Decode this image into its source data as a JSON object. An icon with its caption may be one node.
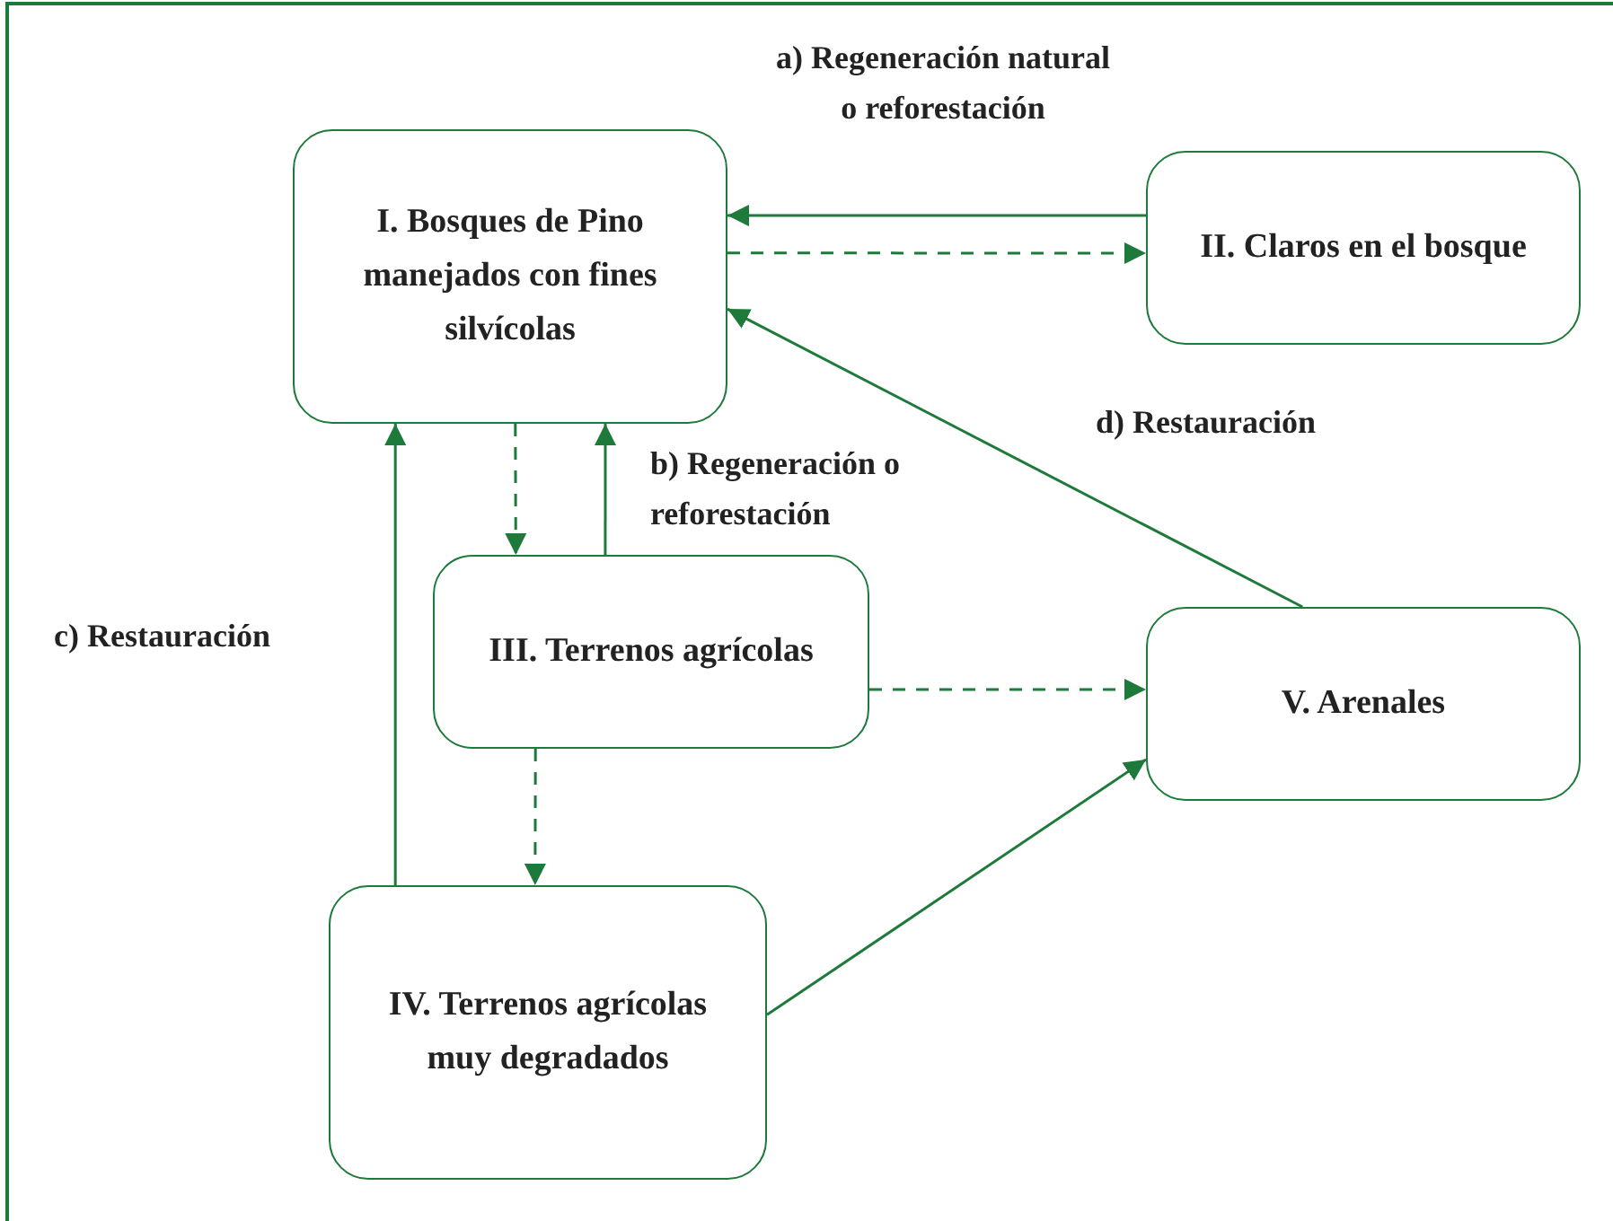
{
  "diagram": {
    "nodes": [
      {
        "text": [
          "I. Bosques de Pino manejados con fines silvícolas"
        ]
      },
      {
        "text": [
          "II. Claros en el bosque"
        ]
      },
      {
        "text": [
          "III. Terrenos agrícolas"
        ]
      },
      {
        "text": [
          "IV. Terrenos agrícolas muy degradados"
        ]
      },
      {
        "text": [
          "V. Arenales"
        ]
      }
    ],
    "edges": [
      {
        "from": 1,
        "to": 0,
        "arrow": "to",
        "label": "a) Regeneración natural o reforestación"
      },
      {
        "from": 0,
        "to": 1,
        "arrow": "to",
        "style": "dashed"
      },
      {
        "from": 0,
        "to": 2,
        "arrow": "to",
        "style": "dashed"
      },
      {
        "from": 2,
        "to": 0,
        "arrow": "to",
        "label": "b) Regeneración o reforestación"
      },
      {
        "from": 2,
        "to": 4,
        "arrow": "to",
        "style": "dashed"
      },
      {
        "from": 2,
        "to": 3,
        "arrow": "to",
        "style": "dashed"
      },
      {
        "from": 3,
        "to": 0,
        "arrow": "to",
        "label": "c) Restauración"
      },
      {
        "from": 4,
        "to": 0,
        "arrow": "to",
        "label": "d) Restauración"
      },
      {
        "from": 3,
        "to": 4,
        "arrow": "to"
      }
    ]
  }
}
